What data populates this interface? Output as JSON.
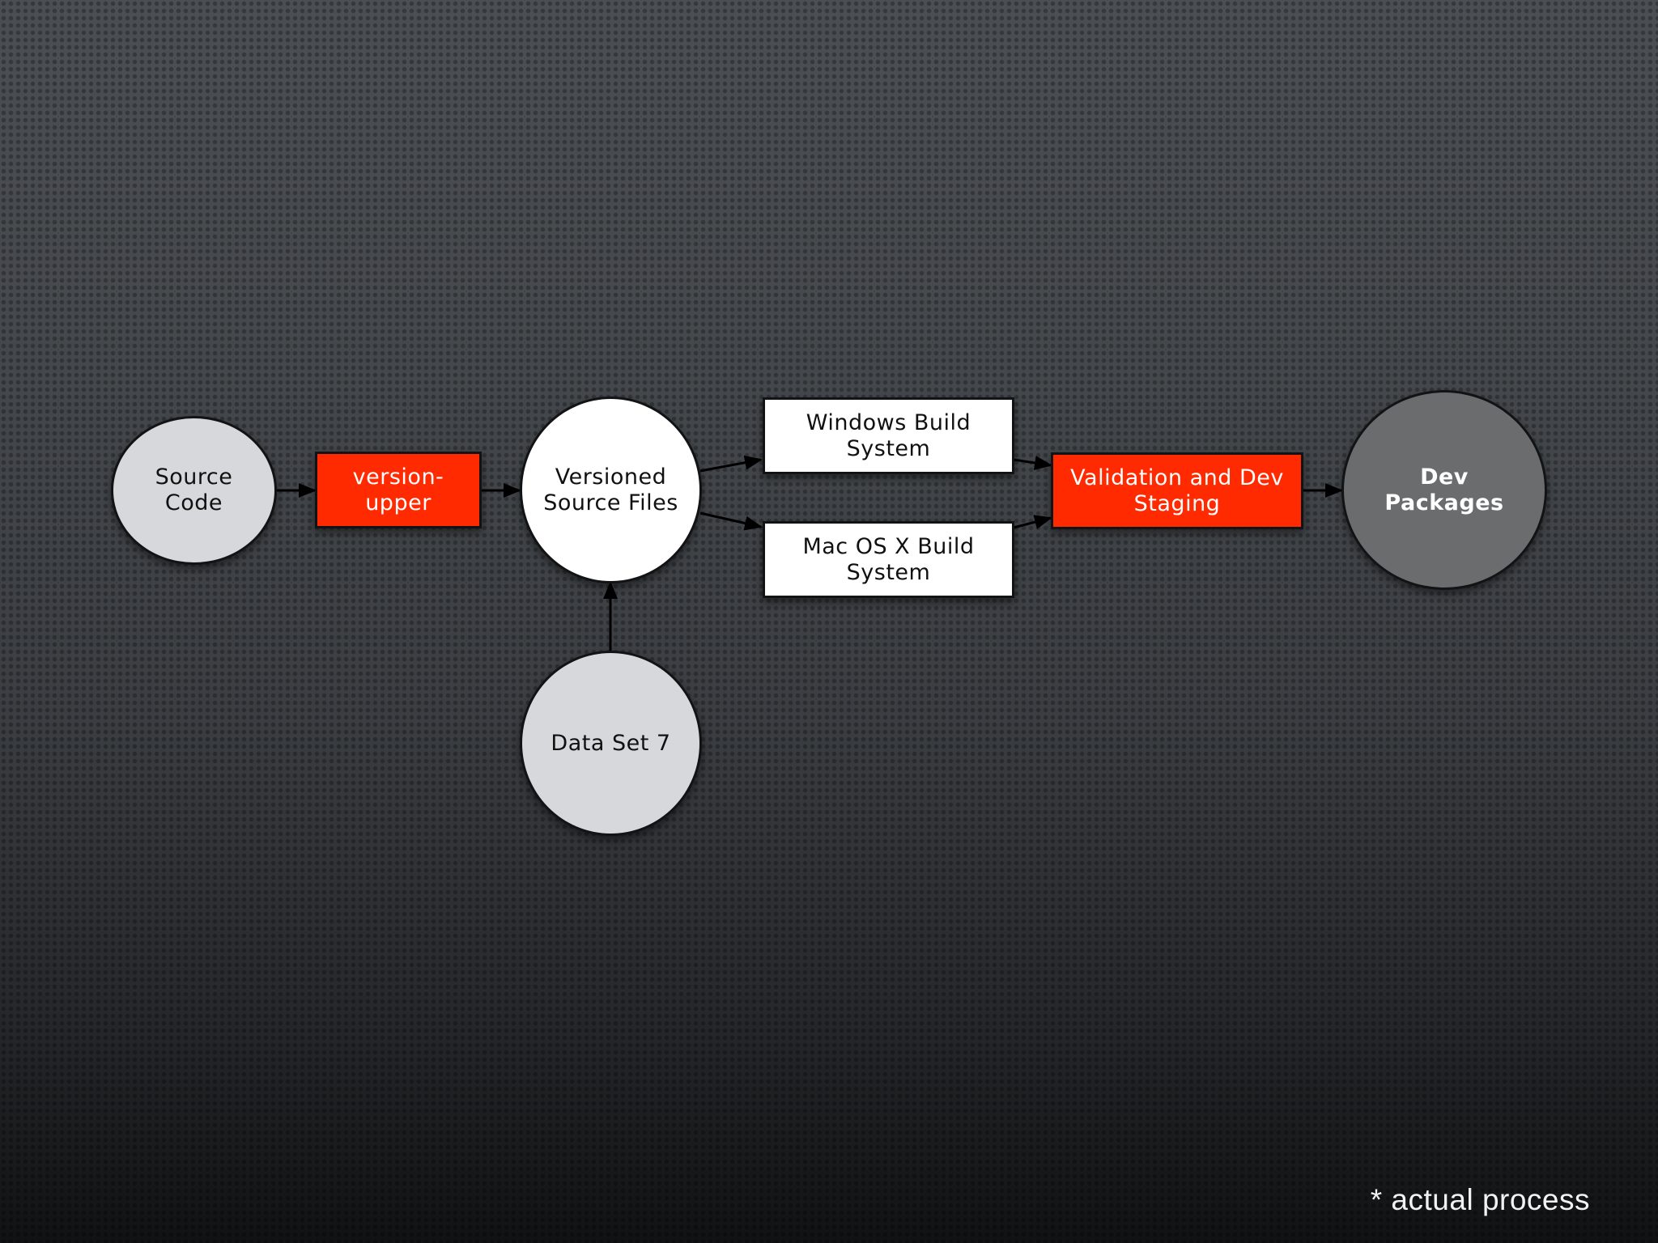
{
  "nodes": {
    "source_code": "Source\nCode",
    "version_upper": "version-\nupper",
    "versioned_source": "Versioned\nSource Files",
    "data_set": "Data Set 7",
    "windows_build": "Windows Build System",
    "mac_build": "Mac OS X Build System",
    "validation": "Validation and Dev\nStaging",
    "dev_packages": "Dev\nPackages"
  },
  "footnote": "* actual process",
  "colors": {
    "accent_red": "#ff2a00",
    "node_light": "#d7d8db",
    "node_dark": "#6b6c6e",
    "background": "#3f4347"
  }
}
